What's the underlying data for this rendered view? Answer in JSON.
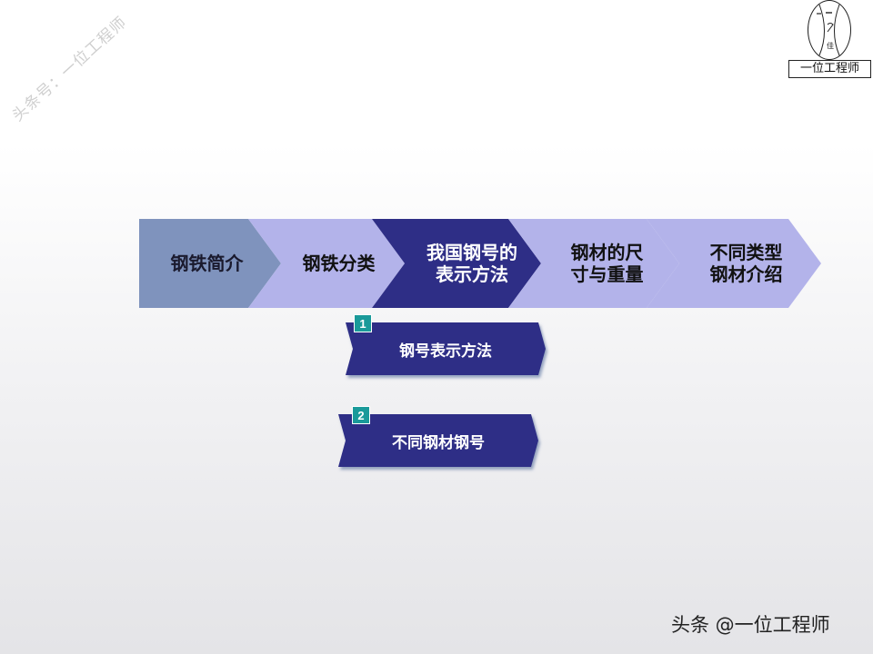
{
  "watermark": "头条号：一位工程师",
  "logo": {
    "label": "一位工程师"
  },
  "steps": [
    {
      "label": "钢铁简介",
      "color": "#7f93bd",
      "text_color": "#1a1a2e"
    },
    {
      "label": "钢铁分类",
      "color": "#b3b3ea",
      "text_color": "#111111"
    },
    {
      "label": "我国钢号的表示方法",
      "line1": "我国钢号的",
      "line2": "表示方法",
      "color": "#2e2e86",
      "text_color": "#ffffff",
      "active": true
    },
    {
      "label": "钢材的尺寸与重量",
      "line1": "钢材的尺",
      "line2": "寸与重量",
      "color": "#b3b3ea",
      "text_color": "#111111"
    },
    {
      "label": "不同类型钢材介绍",
      "line1": "不同类型",
      "line2": "钢材介绍",
      "color": "#b3b3ea",
      "text_color": "#111111"
    }
  ],
  "subtopics": [
    {
      "number": "1",
      "label": "钢号表示方法"
    },
    {
      "number": "2",
      "label": "不同钢材钢号"
    }
  ],
  "colors": {
    "subtopic_fill": "#2e2e86",
    "subtopic_shadow": "#4a6ea0",
    "badge": "#1a9a9a"
  },
  "footer": "头条 @一位工程师"
}
